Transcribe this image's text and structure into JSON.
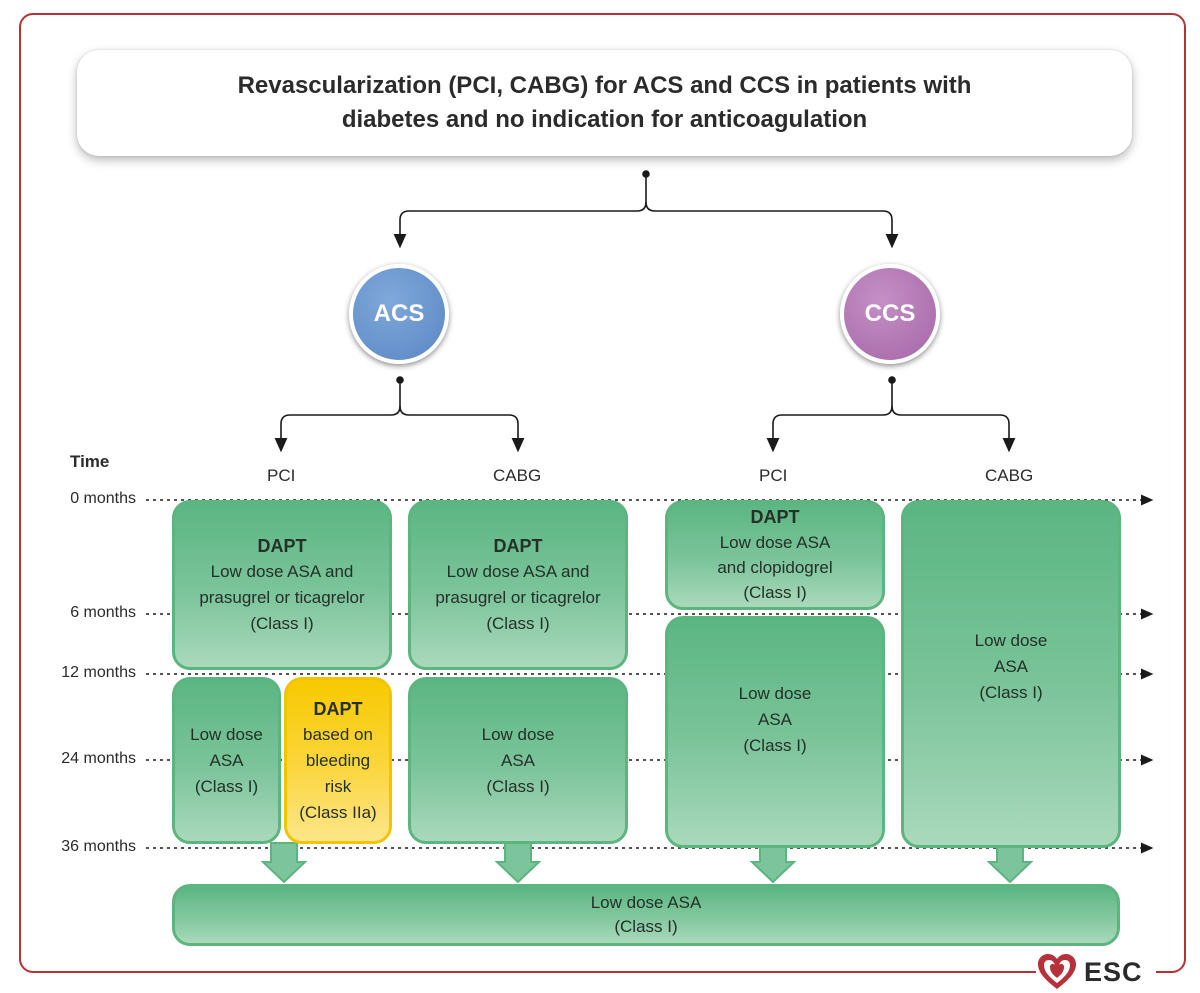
{
  "title": {
    "line1": "Revascularization (PCI, CABG) for ACS and CCS in patients with",
    "line2": "diabetes and no indication for anticoagulation"
  },
  "nodes": {
    "acs": "ACS",
    "ccs": "CCS"
  },
  "columns": {
    "pci_acs": "PCI",
    "cabg_acs": "CABG",
    "pci_ccs": "PCI",
    "cabg_ccs": "CABG"
  },
  "time_axis": {
    "label": "Time",
    "ticks": [
      "0 months",
      "6 months",
      "12 months",
      "24 months",
      "36 months"
    ]
  },
  "boxes": {
    "acs_pci_dapt": {
      "heading": "DAPT",
      "line1": "Low dose ASA and",
      "line2": "prasugrel or ticagrelor",
      "cls": "(Class I)"
    },
    "acs_cabg_dapt": {
      "heading": "DAPT",
      "line1": "Low dose ASA and",
      "line2": "prasugrel or ticagrelor",
      "cls": "(Class I)"
    },
    "acs_pci_asa": {
      "line1": "Low dose",
      "line2": "ASA",
      "cls": "(Class I)"
    },
    "acs_pci_dapt_bleeding": {
      "heading": "DAPT",
      "line1": "based on",
      "line2": "bleeding",
      "line3": "risk",
      "cls": "(Class IIa)"
    },
    "acs_cabg_asa": {
      "line1": "Low dose",
      "line2": "ASA",
      "cls": "(Class I)"
    },
    "ccs_pci_dapt": {
      "heading": "DAPT",
      "line1": "Low dose ASA",
      "line2": "and clopidogrel",
      "cls": "(Class I)"
    },
    "ccs_pci_asa": {
      "line1": "Low dose",
      "line2": "ASA",
      "cls": "(Class I)"
    },
    "ccs_cabg_asa": {
      "line1": "Low dose",
      "line2": "ASA",
      "cls": "(Class I)"
    },
    "all_longterm": {
      "line1": "Low dose ASA",
      "cls": "(Class I)"
    }
  },
  "logo": {
    "text": "ESC"
  },
  "colors": {
    "frame": "#b5323a",
    "green": "#5bb682",
    "yellow": "#f8c900",
    "acs": "#5a86c4",
    "ccs": "#a466a6"
  }
}
